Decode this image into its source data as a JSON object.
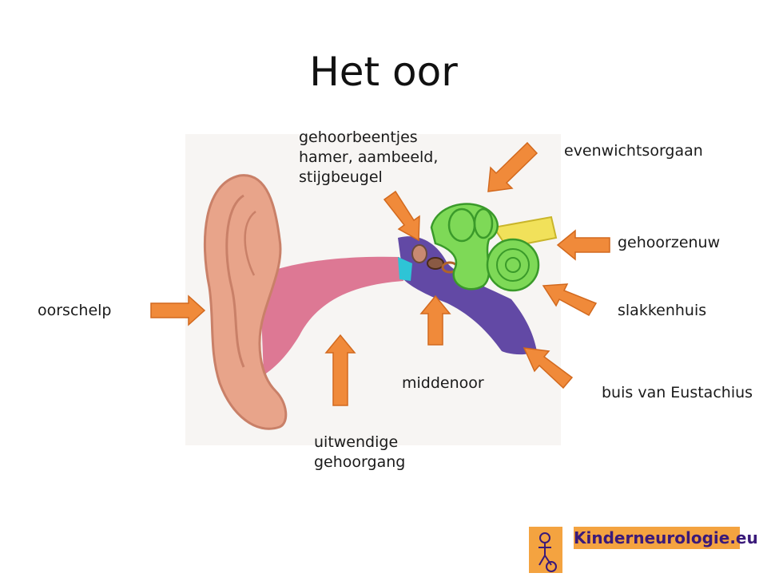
{
  "title": "Het oor",
  "labels": {
    "ossicles": [
      "gehoorbeentjes",
      "hamer, aambeeld,",
      "stijgbeugel"
    ],
    "balance_organ": "evenwichtsorgaan",
    "auditory_nerve": "gehoorzenuw",
    "outer_ear": "oorschelp",
    "cochlea": "slakkenhuis",
    "middle_ear": "middenoor",
    "eustachian_tube": "buis van Eustachius",
    "ear_canal": [
      "uitwendige",
      "gehoorgang"
    ]
  },
  "logo": {
    "text": "Kinderneurologie.eu"
  },
  "colors": {
    "arrow": "#f08a3a",
    "arrow_stroke": "#d2691e",
    "pinna": "#e8a48a",
    "canal": "#d96a8a",
    "middle_ear": "#5a3fa0",
    "inner_ear": "#7ed957",
    "nerve": "#f1e15a",
    "eardrum": "#2ec4d6",
    "logo_bg": "#f4a340",
    "logo_text": "#3a1a7a"
  }
}
